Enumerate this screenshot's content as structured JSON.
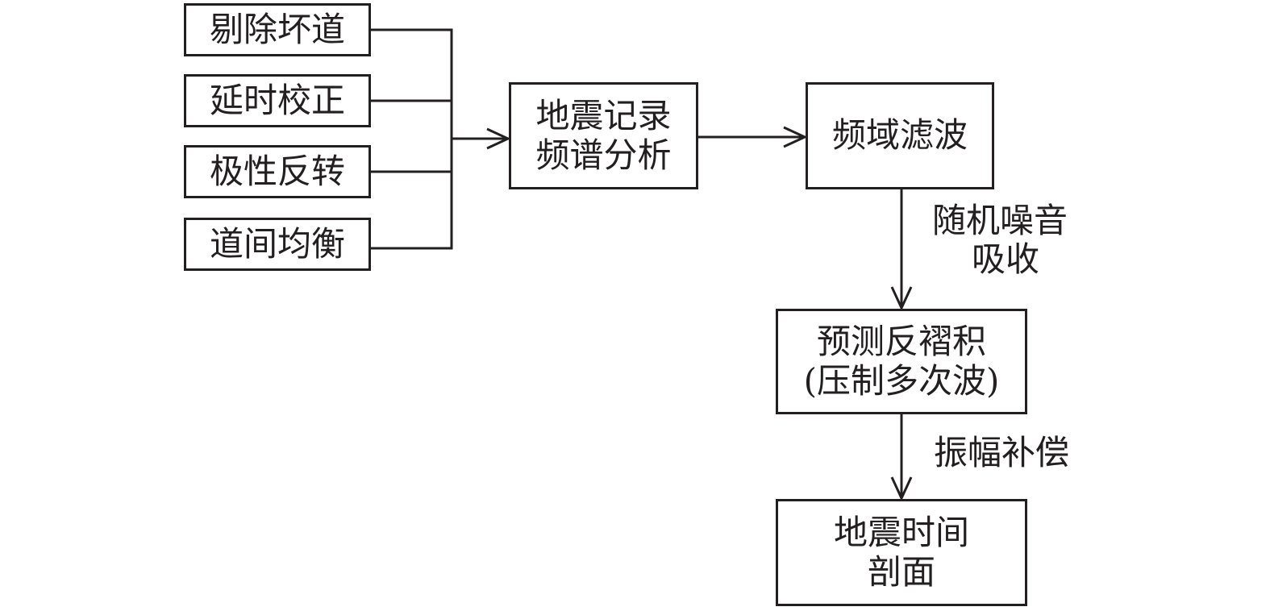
{
  "inputs": [
    {
      "label": "剔除坏道"
    },
    {
      "label": "延时校正"
    },
    {
      "label": "极性反转"
    },
    {
      "label": "道间均衡"
    }
  ],
  "spectrum": {
    "line1": "地震记录",
    "line2": "频谱分析"
  },
  "filter": {
    "label": "频域滤波"
  },
  "noise_edge": {
    "line1": "随机噪音",
    "line2": "吸收"
  },
  "deconv": {
    "line1": "预测反褶积",
    "line2": "(压制多次波)"
  },
  "amp_edge": {
    "label": "振幅补偿"
  },
  "section": {
    "line1": "地震时间",
    "line2": "剖面"
  },
  "colors": {
    "stroke": "#231f20",
    "background": "#ffffff"
  }
}
